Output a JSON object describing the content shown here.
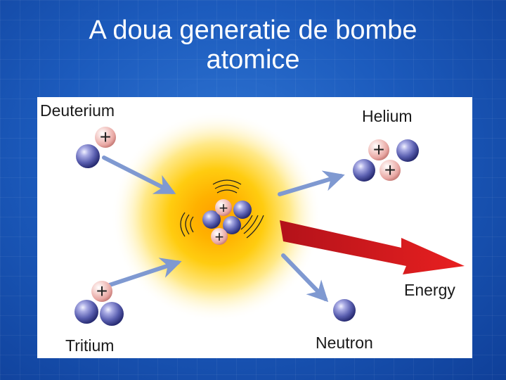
{
  "slide": {
    "title_line1": "A doua generatie de bombe",
    "title_line2": "atomice"
  },
  "diagram": {
    "labels": {
      "deuterium": "Deuterium",
      "helium": "Helium",
      "tritium": "Tritium",
      "neutron": "Neutron",
      "energy": "Energy"
    },
    "proton_symbol": "+"
  },
  "colors": {
    "background": "#1c5bbd",
    "neutron": "#5a5fb0",
    "proton": "#e8a7a3",
    "arrow": "#7f99d1",
    "energy_arrow": "#d81e1e",
    "glow": "#ffcc10"
  }
}
